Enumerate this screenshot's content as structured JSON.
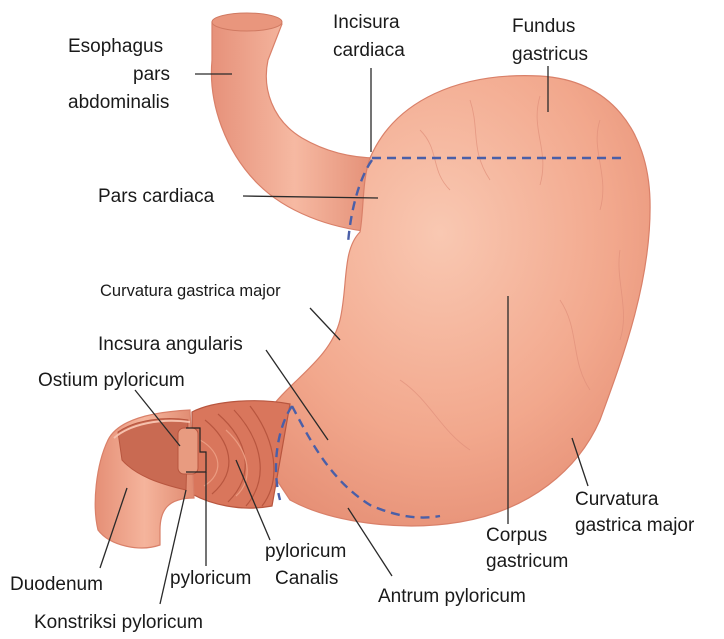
{
  "colors": {
    "stomach_fill": "#f2a88d",
    "stomach_highlight": "#f8c3ad",
    "stomach_edge": "#d98069",
    "vein": "#e08f7a",
    "mucosa_dark": "#b8563f",
    "mucosa_mid": "#d9765c",
    "mucosa_light": "#eb9b80",
    "dashed_line": "#4a5fa8",
    "leader_line": "#2a2a2a",
    "background": "#ffffff"
  },
  "labels": {
    "esophagus": [
      "Esophagus",
      "pars",
      "abdominalis"
    ],
    "incisura_cardiaca": [
      "Incisura",
      "cardiaca"
    ],
    "fundus": [
      "Fundus",
      "gastricus"
    ],
    "pars_cardiaca": "Pars cardiaca",
    "curvatura_upper": "Curvatura gastrica major",
    "incsura_angularis": "Incsura angularis",
    "ostium_pyloricum": "Ostium pyloricum",
    "curvatura_right": [
      "Curvatura",
      "gastrica major"
    ],
    "corpus": [
      "Corpus",
      "gastricum"
    ],
    "pyloricum_canalis": [
      "pyloricum",
      "Canalis"
    ],
    "duodenum": "Duodenum",
    "pyloricum": "pyloricum",
    "antrum": "Antrum pyloricum",
    "konstriksi": "Konstriksi pyloricum"
  }
}
